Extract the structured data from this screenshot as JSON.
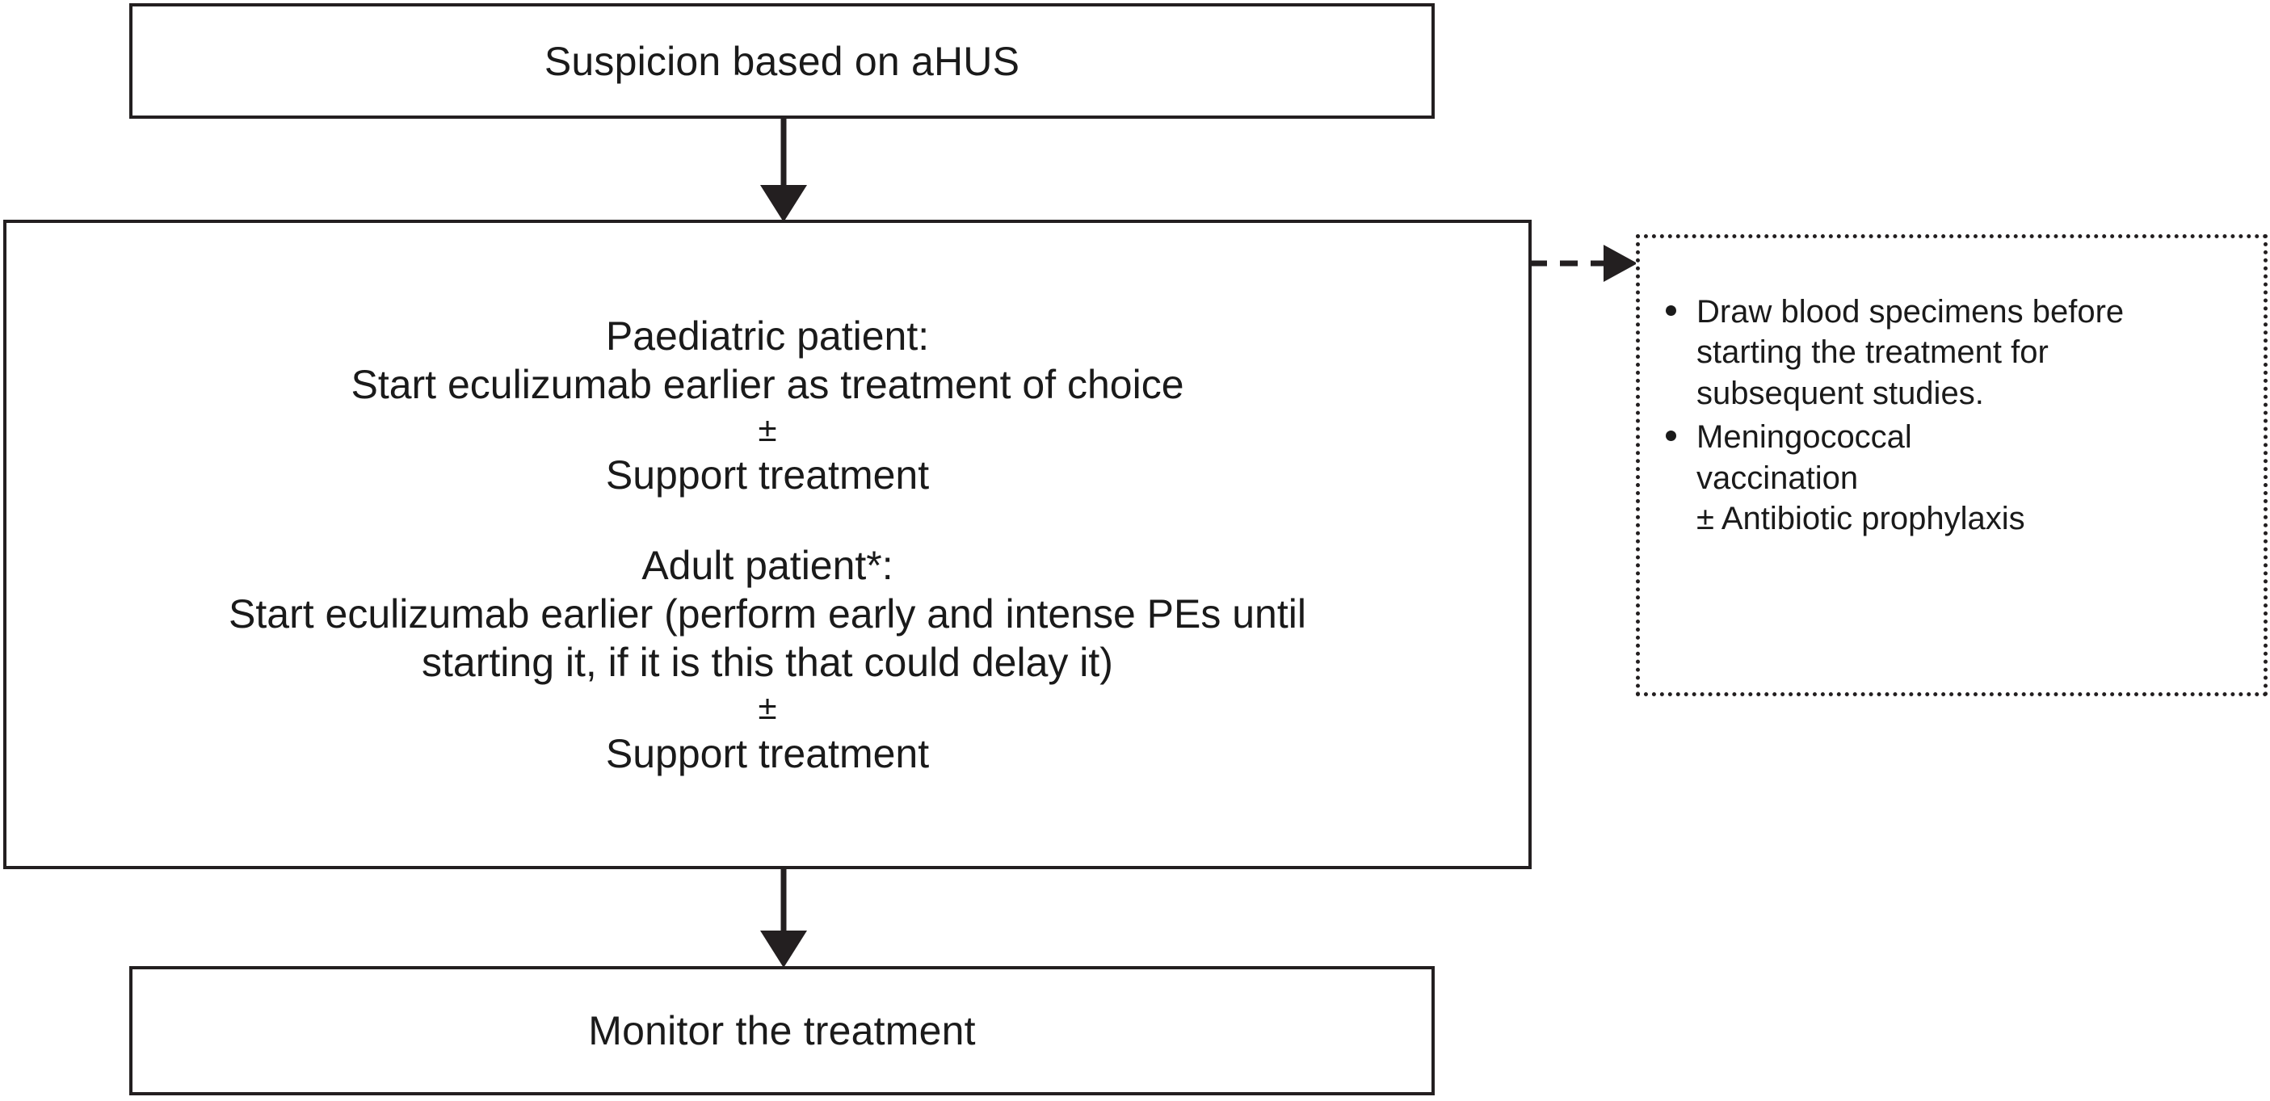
{
  "diagram": {
    "title": "aHUS treatment flowchart",
    "nodes": {
      "suspicion": {
        "label": "Suspicion based on aHUS"
      },
      "treatment": {
        "paediatric_heading": "Paediatric patient:",
        "paediatric_line1": "Start eculizumab earlier as treatment of choice",
        "paediatric_plusminus": "±",
        "paediatric_line2": "Support treatment",
        "adult_heading": "Adult patient*:",
        "adult_line1": "Start eculizumab earlier (perform early and intense PEs until",
        "adult_line2": "starting it, if it is this that could delay it)",
        "adult_plusminus": "±",
        "adult_line3": "Support treatment"
      },
      "monitor": {
        "label": "Monitor the treatment"
      },
      "note": {
        "bullets": [
          "Draw blood specimens before\nstarting the treatment for\nsubsequent studies.",
          "Meningococcal\nvaccination\n± Antibiotic prophylaxis"
        ]
      }
    },
    "connectors": {
      "suspicion_to_treatment": {
        "style": "solid",
        "direction": "down",
        "arrowhead": "filled-triangle"
      },
      "treatment_to_monitor": {
        "style": "solid",
        "direction": "down",
        "arrowhead": "filled-triangle"
      },
      "treatment_to_note": {
        "style": "dashed",
        "direction": "right",
        "arrowhead": "filled-triangle"
      }
    },
    "colors": {
      "stroke": "#231f20",
      "text": "#1a1a1a",
      "background": "#ffffff"
    }
  }
}
